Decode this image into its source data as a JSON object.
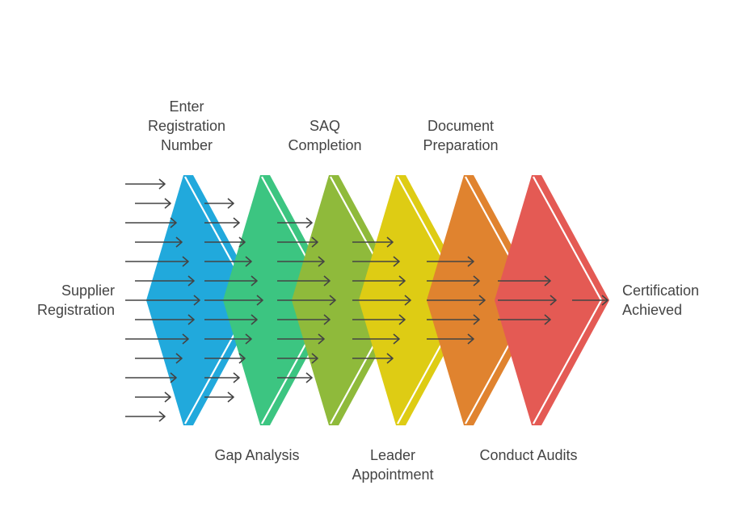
{
  "input": {
    "label": [
      "Supplier",
      "Registration"
    ],
    "arrow_count": 13
  },
  "output": {
    "label": [
      "Certification",
      "Achieved"
    ]
  },
  "stages": [
    {
      "name": "Enter Registration Number",
      "label": [
        "Enter",
        "Registration",
        "Number"
      ],
      "position": "top",
      "color": "#21A9DC",
      "arrows_in": 13
    },
    {
      "name": "Gap Analysis",
      "label": [
        "Gap Analysis"
      ],
      "position": "bottom",
      "color": "#3CC581",
      "arrows_in": 11
    },
    {
      "name": "SAQ Completion",
      "label": [
        "SAQ",
        "Completion"
      ],
      "position": "top",
      "color": "#8FBA3B",
      "arrows_in": 9
    },
    {
      "name": "Leader Appointment",
      "label": [
        "Leader",
        "Appointment"
      ],
      "position": "bottom",
      "color": "#DECC14",
      "arrows_in": 7
    },
    {
      "name": "Document Preparation",
      "label": [
        "Document",
        "Preparation"
      ],
      "position": "top",
      "color": "#E0832F",
      "arrows_in": 5
    },
    {
      "name": "Conduct Audits",
      "label": [
        "Conduct Audits"
      ],
      "position": "bottom",
      "color": "#E45A54",
      "arrows_in": 3
    }
  ],
  "colors": {
    "arrow": "#444444",
    "text": "#444444"
  }
}
